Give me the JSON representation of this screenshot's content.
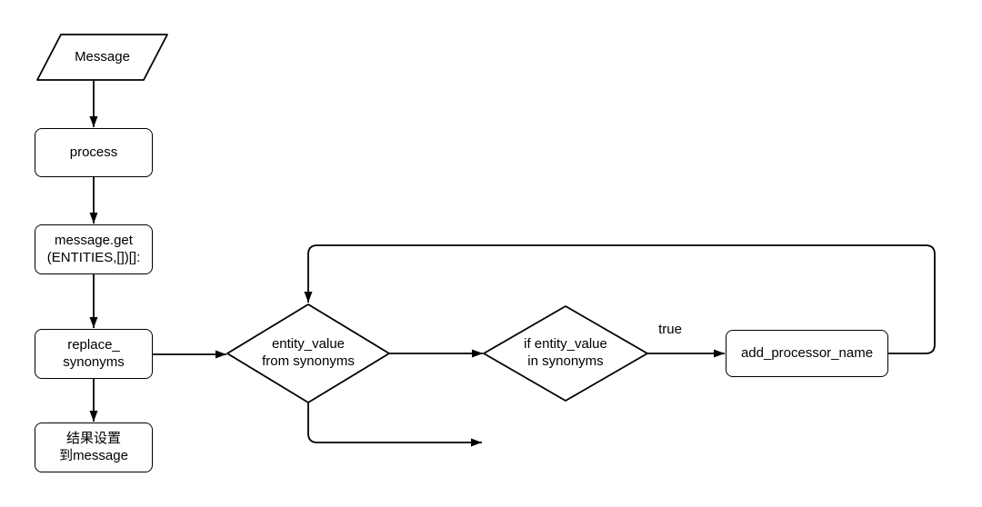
{
  "diagram": {
    "background_color": "#ffffff",
    "stroke_color": "#000000",
    "nodes": {
      "message": {
        "shape": "parallelogram",
        "label": "Message"
      },
      "process": {
        "shape": "rectangle",
        "label": "process"
      },
      "message_get": {
        "shape": "rectangle",
        "label": "message.get\n(ENTITIES,[])[]:"
      },
      "replace_synonyms": {
        "shape": "rectangle",
        "label": "replace_\nsynonyms"
      },
      "result_to_message": {
        "shape": "rectangle",
        "label": "结果设置\n到message"
      },
      "entity_value_from_synonyms": {
        "shape": "diamond",
        "label": "entity_value\nfrom synonyms"
      },
      "if_entity_value_in_synonyms": {
        "shape": "diamond",
        "label": "if entity_value\nin synonyms"
      },
      "add_processor_name": {
        "shape": "rectangle",
        "label": "add_processor_name"
      }
    },
    "edge_labels": {
      "true_branch": "true"
    }
  }
}
